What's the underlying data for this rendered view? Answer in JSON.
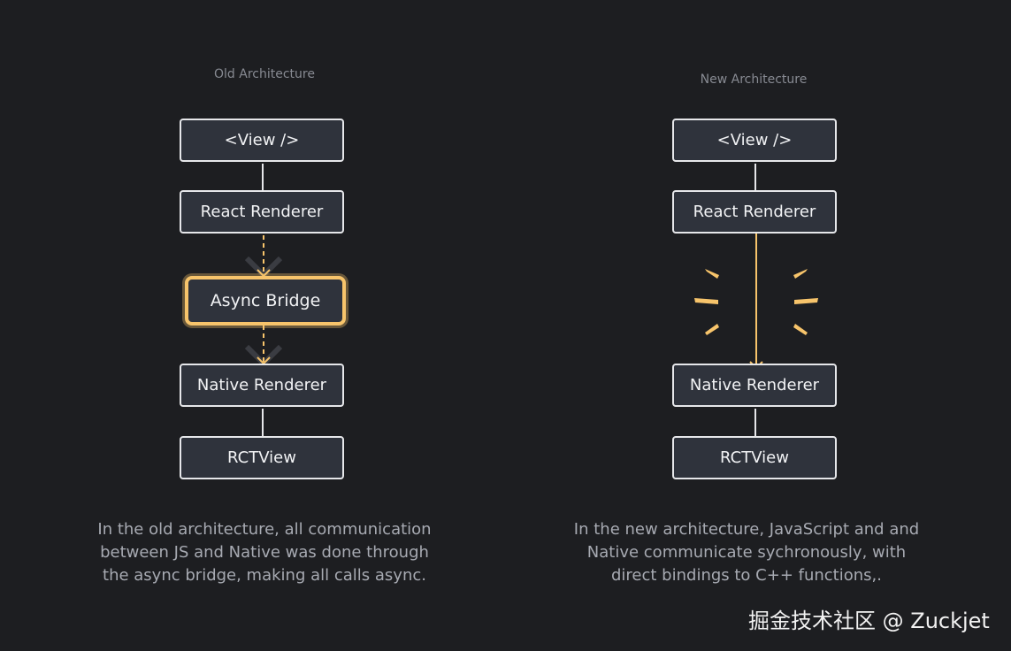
{
  "old": {
    "title": "Old Architecture",
    "boxes": [
      "<View />",
      "React Renderer",
      "Async Bridge",
      "Native Renderer",
      "RCTView"
    ],
    "caption": [
      "In the old architecture, all communication",
      "between JS and Native was done through",
      "the async bridge, making all calls async."
    ]
  },
  "new": {
    "title": "New Architecture",
    "boxes": [
      "<View />",
      "React Renderer",
      "Native Renderer",
      "RCTView"
    ],
    "caption": [
      "In the new architecture, JavaScript and and",
      "Native communicate sychronously, with",
      "direct bindings to C++ functions,."
    ]
  },
  "watermark": "掘金技术社区 @ Zuckjet",
  "colors": {
    "background": "#1d1e21",
    "box_fill": "#2f333c",
    "box_border": "#e6e7ea",
    "accent": "#f7c46b"
  }
}
